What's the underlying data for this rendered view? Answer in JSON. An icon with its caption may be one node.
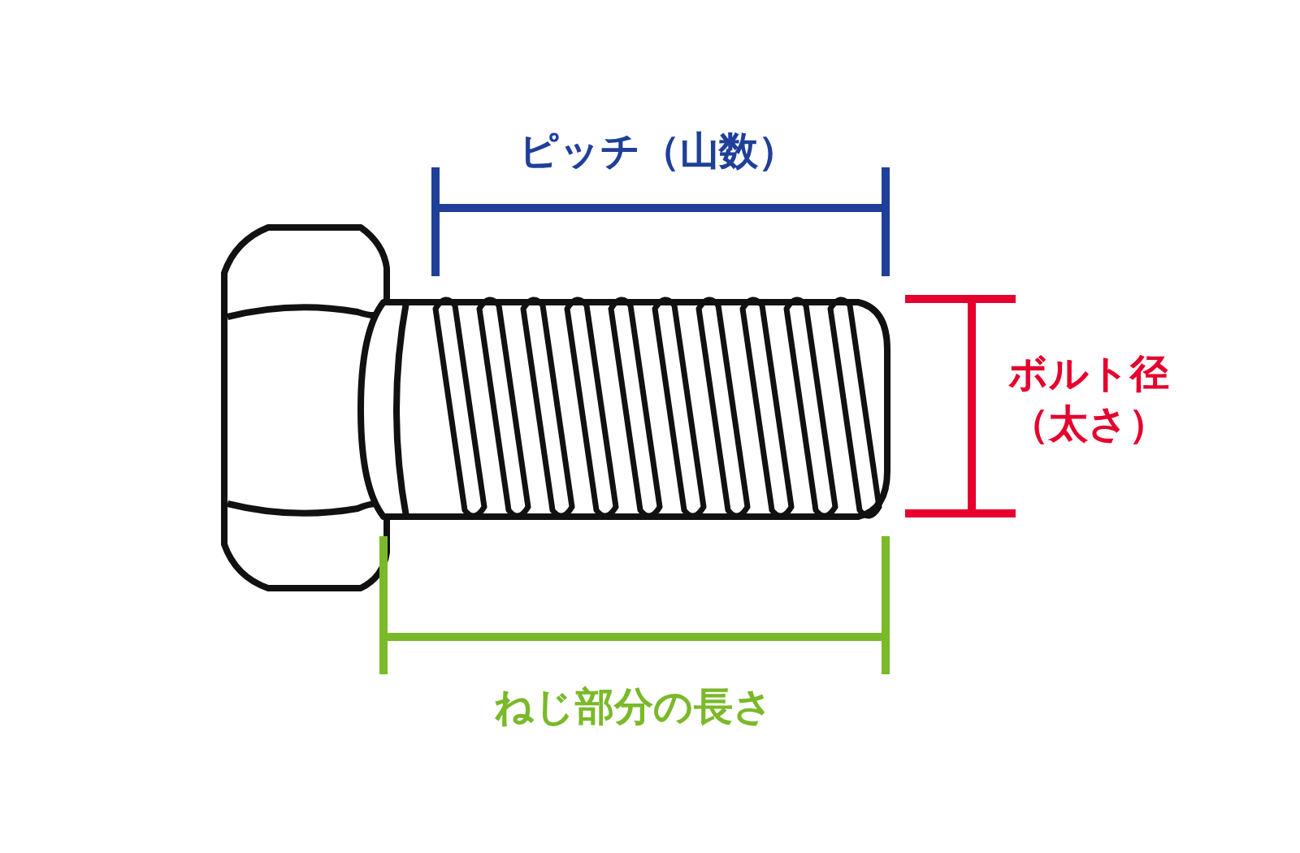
{
  "diagram": {
    "labels": [
      "ピッチ（山数）",
      "ボルト径（太さ）",
      "ねじ部分の長さ"
    ]
  }
}
